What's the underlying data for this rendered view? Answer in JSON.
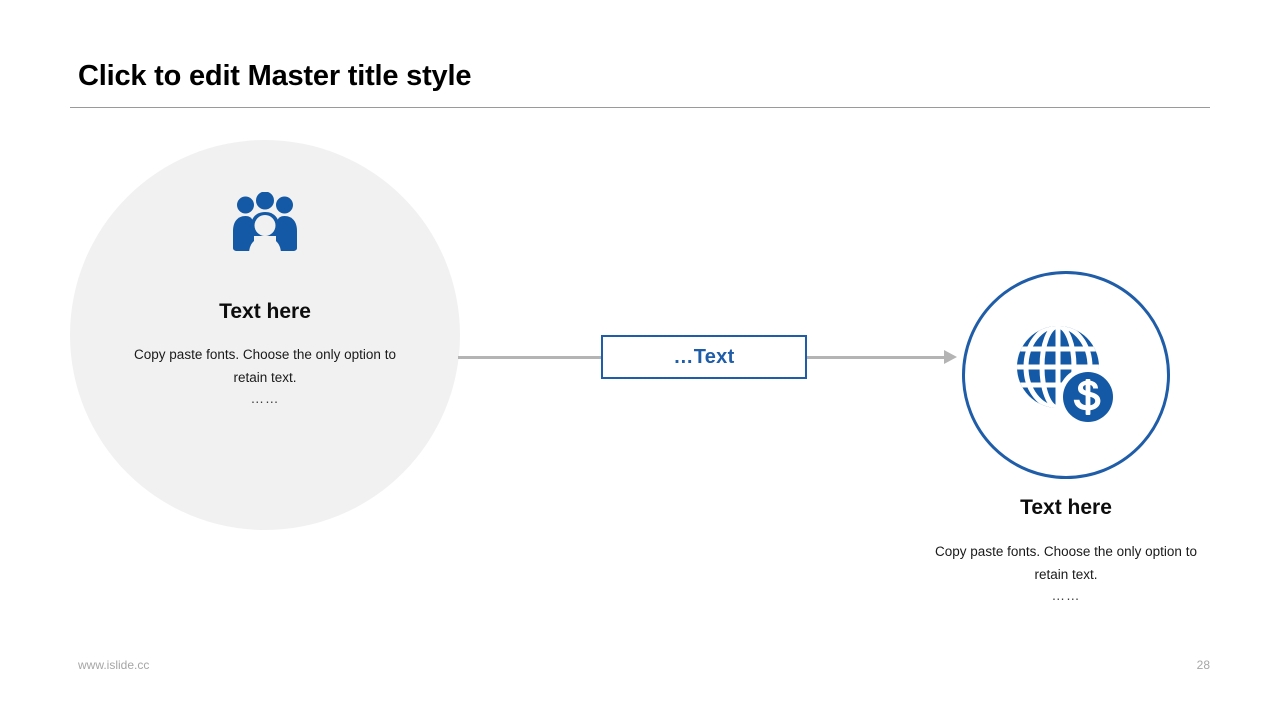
{
  "slide": {
    "title": "Click to edit Master title style",
    "accent_color": "#1F5DA8",
    "node_fill_color": "#F1F1F1",
    "connector_color": "#B4B4B4"
  },
  "left_node": {
    "icon": "people-group-icon",
    "heading": "Text here",
    "body": "Copy paste fonts. Choose the only option to retain text.",
    "dots": "……"
  },
  "middle_label": {
    "text": "…Text"
  },
  "right_node": {
    "icon": "globe-dollar-icon",
    "heading": "Text here",
    "body": "Copy paste fonts. Choose the only option to retain text.",
    "dots": "……"
  },
  "footer": {
    "url": "www.islide.cc",
    "page_number": "28"
  }
}
